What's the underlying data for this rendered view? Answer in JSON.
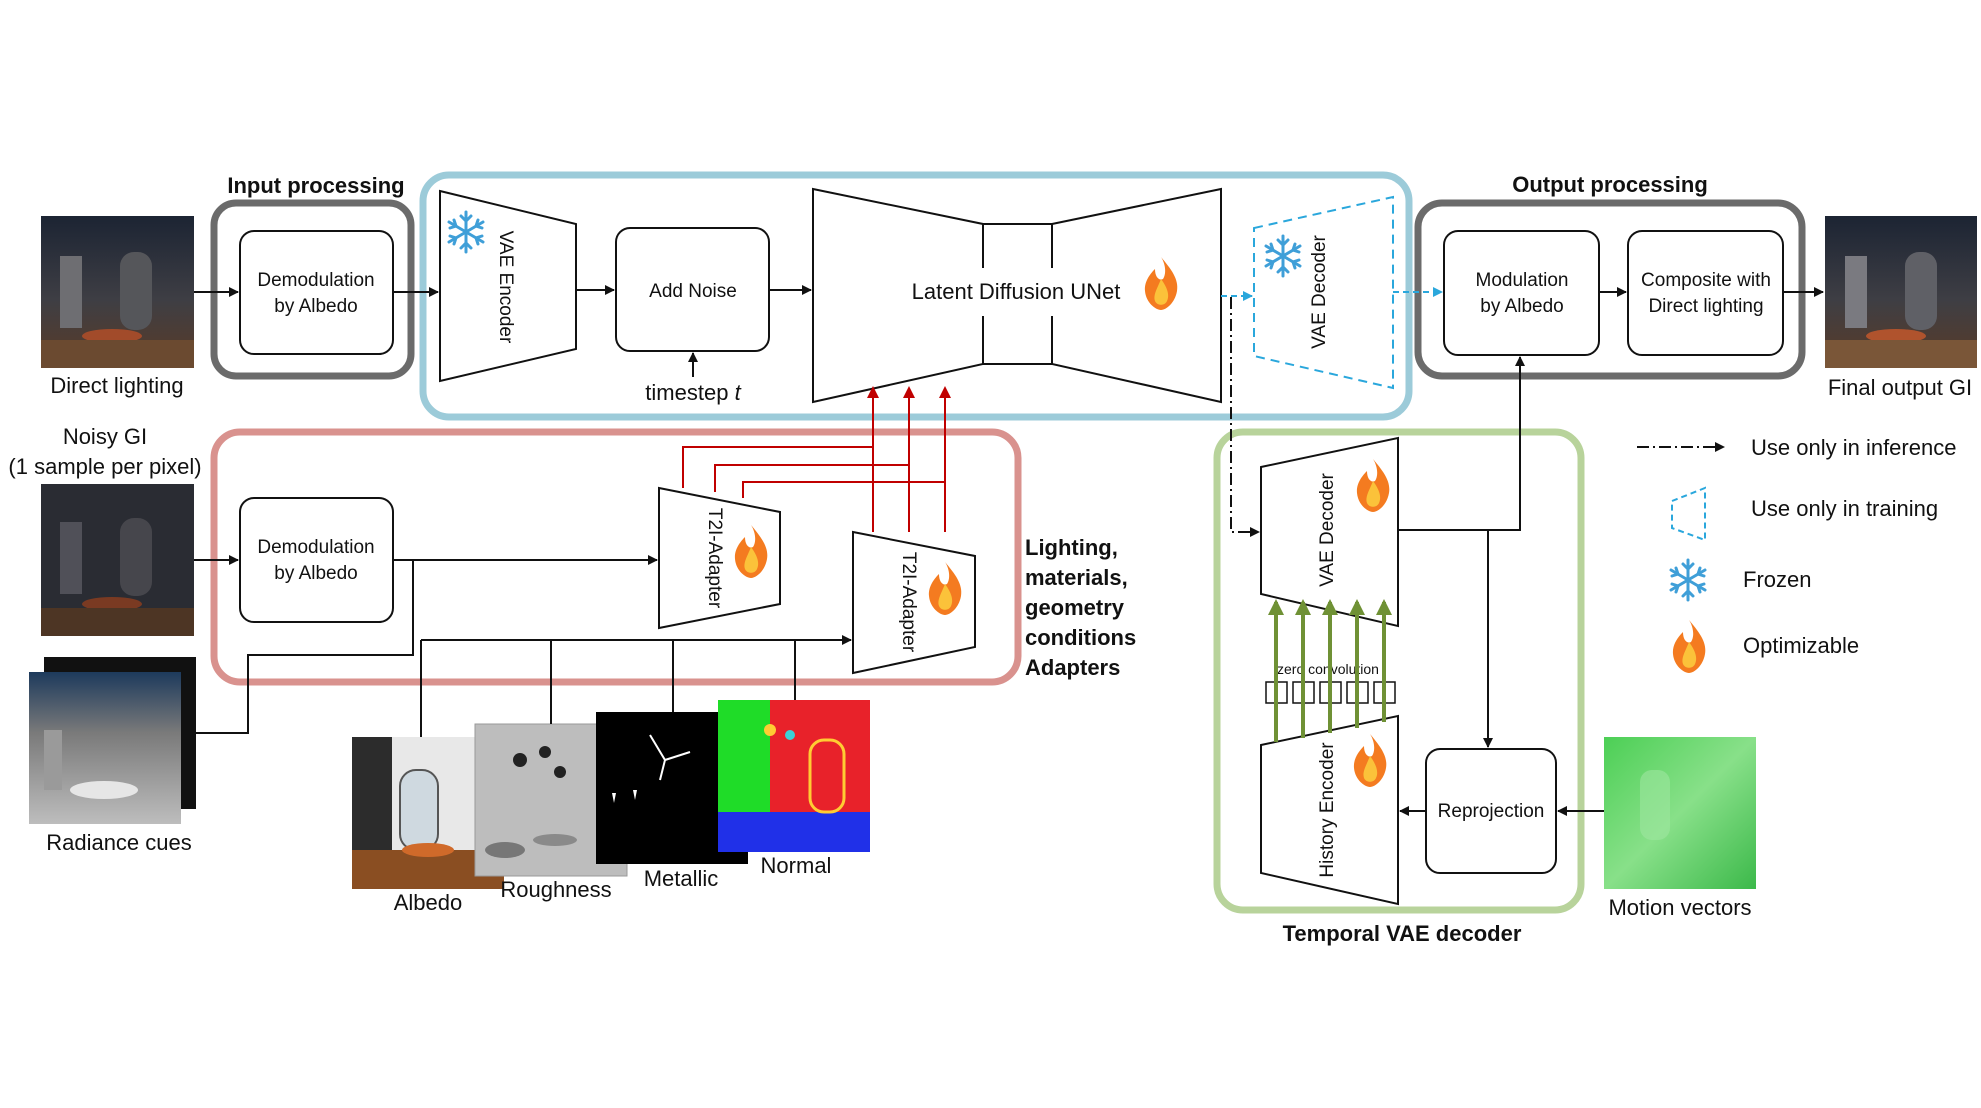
{
  "colors": {
    "input_group": "#6b6b6b",
    "diffusion_group": "#9ccbd9",
    "adapter_group": "#d9928e",
    "temporal_group": "#b8d39b",
    "dashed_decoder": "#2aa7dc",
    "adapter_arrow": "#c00000",
    "zero_conv_arrow": "#6f9135"
  },
  "icons": {
    "frozen": "snowflake-icon",
    "optimizable": "flame-icon"
  },
  "groups": {
    "input_processing": "Input processing",
    "output_processing": "Output processing",
    "adapters": [
      "Lighting,",
      "materials,",
      "geometry",
      "conditions",
      "Adapters"
    ],
    "temporal": "Temporal VAE decoder"
  },
  "inputs": {
    "direct_lighting": "Direct lighting",
    "noisy_gi_line1": "Noisy GI",
    "noisy_gi_line2": "(1 sample per pixel)",
    "radiance_cues": "Radiance cues",
    "albedo": "Albedo",
    "roughness": "Roughness",
    "metallic": "Metallic",
    "normal": "Normal",
    "motion_vectors": "Motion vectors",
    "final_output": "Final output GI"
  },
  "blocks": {
    "demod_top": [
      "Demodulation",
      "by Albedo"
    ],
    "vae_encoder": "VAE Encoder",
    "add_noise": "Add Noise",
    "timestep": "timestep",
    "timestep_var": "t",
    "unet": "Latent Diffusion UNet",
    "vae_decoder_train": "VAE Decoder",
    "modulation": [
      "Modulation",
      "by Albedo"
    ],
    "composite": [
      "Composite with",
      "Direct lighting"
    ],
    "demod_bottom": [
      "Demodulation",
      "by Albedo"
    ],
    "t2i_adapter_1": "T2I-Adapter",
    "t2i_adapter_2": "T2I-Adapter",
    "vae_decoder_temporal": "VAE Decoder",
    "zero_convolution": "zero convolution",
    "history_encoder": "History Encoder",
    "reprojection": "Reprojection"
  },
  "legend": {
    "inference": "Use only in inference",
    "training": "Use only in training",
    "frozen": "Frozen",
    "optimizable": "Optimizable"
  }
}
